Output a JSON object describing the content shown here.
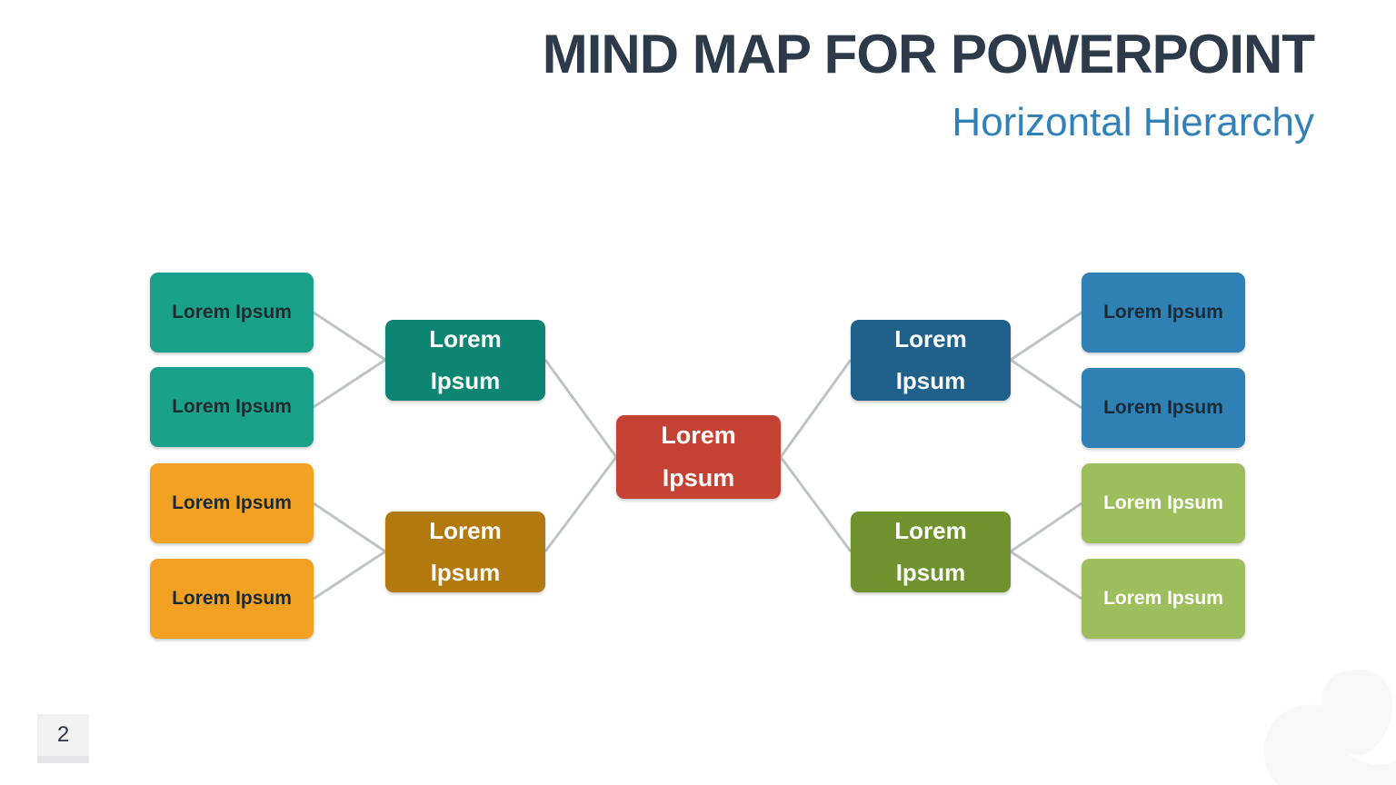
{
  "slide": {
    "title": "MIND MAP FOR POWERPOINT",
    "subtitle": "Horizontal Hierarchy",
    "page_number": "2"
  },
  "colors": {
    "title_text": "#2C3A4A",
    "accent_blue": "#3181B8",
    "connector": "#BDC3C7",
    "center_red": "#C44133",
    "teal_dark": "#0E8572",
    "teal": "#1AA189",
    "gold_dark": "#B2790E",
    "orange": "#F2A122",
    "blue_dark": "#20618C",
    "blue": "#2E80B5",
    "olive_dark": "#70922E",
    "green": "#9DBE5D",
    "leaf_text_dark": "#1B2A33",
    "node_text_light": "#FFFFFF"
  },
  "mindmap": {
    "center": {
      "label": "Lorem Ipsum"
    },
    "left_branches": [
      {
        "label": "Lorem Ipsum",
        "children": [
          {
            "label": "Lorem Ipsum"
          },
          {
            "label": "Lorem Ipsum"
          }
        ]
      },
      {
        "label": "Lorem Ipsum",
        "children": [
          {
            "label": "Lorem Ipsum"
          },
          {
            "label": "Lorem Ipsum"
          }
        ]
      }
    ],
    "right_branches": [
      {
        "label": "Lorem Ipsum",
        "children": [
          {
            "label": "Lorem Ipsum"
          },
          {
            "label": "Lorem Ipsum"
          }
        ]
      },
      {
        "label": "Lorem Ipsum",
        "children": [
          {
            "label": "Lorem Ipsum"
          },
          {
            "label": "Lorem Ipsum"
          }
        ]
      }
    ]
  }
}
